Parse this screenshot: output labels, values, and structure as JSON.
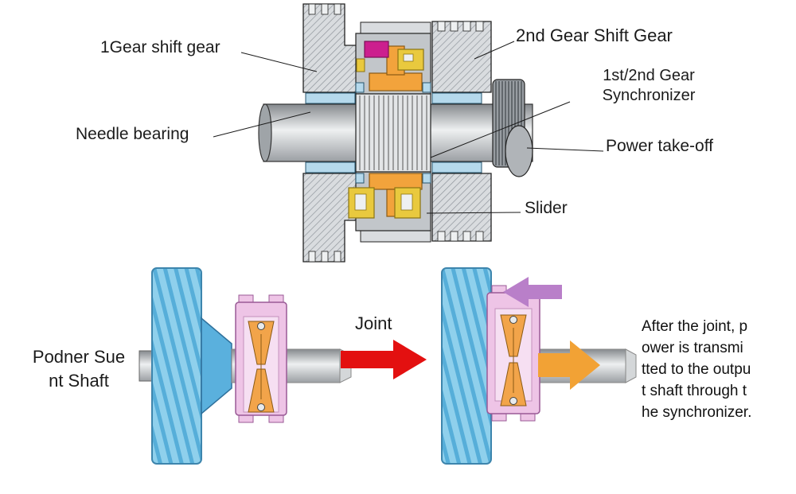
{
  "callouts": {
    "first_gear": "1Gear shift gear",
    "second_gear": "2nd Gear Shift Gear",
    "synchronizer_line1": "1st/2nd Gear",
    "synchronizer_line2": "Synchronizer",
    "needle_bearing": "Needle bearing",
    "power_takeoff": "Power take-off",
    "slider": "Slider"
  },
  "bottom": {
    "input_shaft_line1": "Podner Sue",
    "input_shaft_line2": "nt Shaft",
    "joint": "Joint",
    "result_lines": [
      "After the joint, p",
      "ower is transmi",
      "tted to the outpu",
      "t shaft through t",
      "he synchronizer."
    ]
  },
  "colors": {
    "gear_blue": "#8fd0ec",
    "gear_stripe_blue": "#56aed9",
    "cone_blue": "#5ab0dd",
    "sync_pink": "#eec4e6",
    "hub_orange": "#f2a33c",
    "slider_yellow": "#e9c93e",
    "ring_magenta": "#cc1f8e",
    "bearing_blue": "#b5d9ec",
    "joint_arrow_red": "#e31010",
    "shift_arrow_purple": "#b97fc9",
    "flow_arrow_orange": "#f2a235"
  }
}
